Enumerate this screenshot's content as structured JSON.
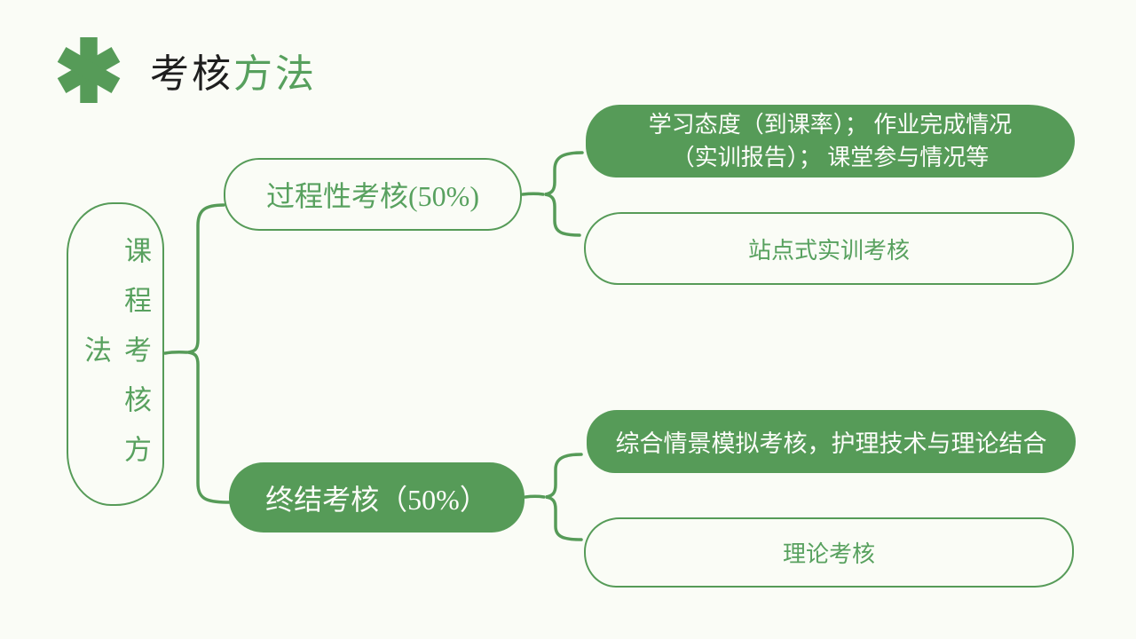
{
  "slide": {
    "colors": {
      "background": "#fafcf6",
      "accent_green": "#569b58",
      "text_green": "#58a15f",
      "title_black": "#1e1e1e",
      "node_text_white": "#fdfdfa"
    },
    "title": {
      "black_part": "考核",
      "green_part": "方法"
    }
  },
  "mindmap": {
    "root": {
      "label": "课程考核方法",
      "style": "outline"
    },
    "branches": [
      {
        "label": "过程性考核(50%)",
        "style": "outline",
        "children": [
          {
            "label_line1": "学习态度（到课率）； 作业完成情况",
            "label_line2": "（实训报告）； 课堂参与情况等",
            "style": "filled"
          },
          {
            "label": "站点式实训考核",
            "style": "outline"
          }
        ]
      },
      {
        "label": "终结考核（50%）",
        "style": "filled",
        "children": [
          {
            "label": "综合情景模拟考核，护理技术与理论结合",
            "style": "filled"
          },
          {
            "label": "理论考核",
            "style": "outline"
          }
        ]
      }
    ]
  }
}
